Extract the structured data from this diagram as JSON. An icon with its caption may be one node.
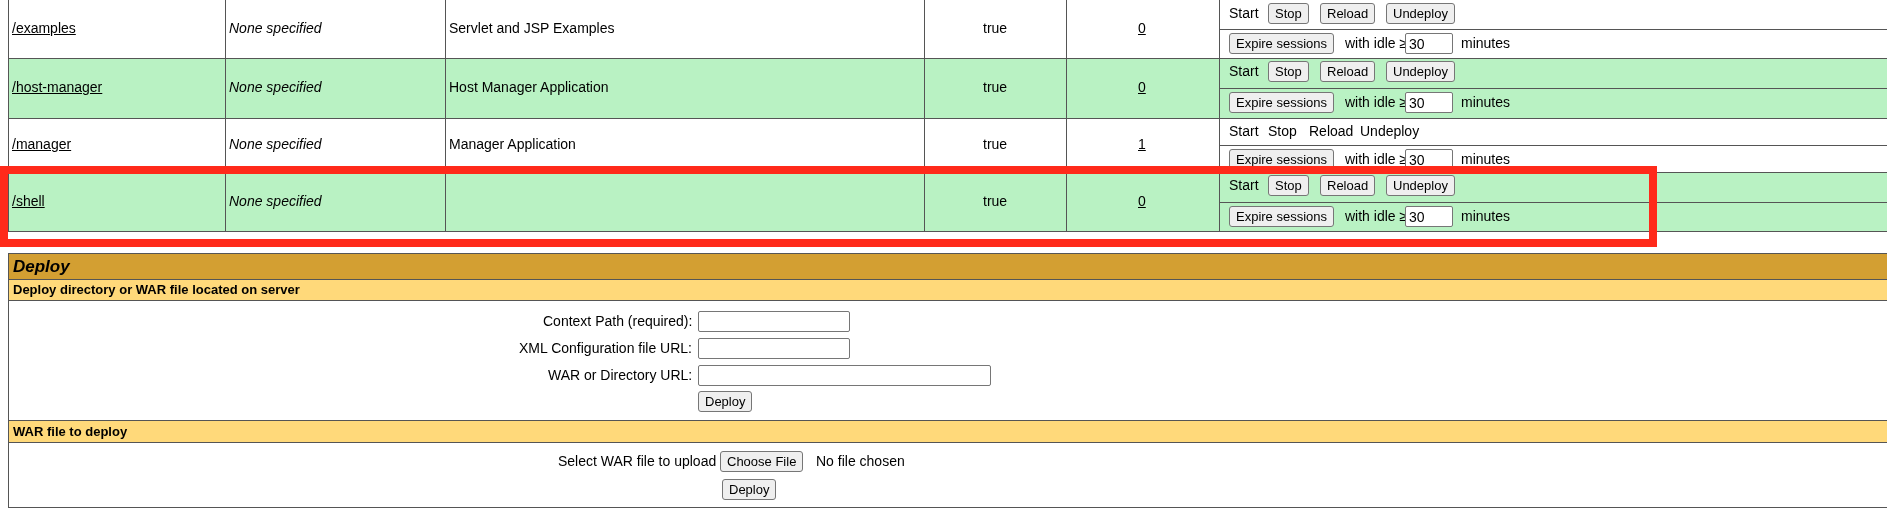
{
  "diagram": {
    "nodes": [
      {
        "text": [],
        "shape": "box"
      }
    ],
    "edges": [],
    "labels": [
      "/examples",
      "None specified",
      "Servlet and JSP Examples",
      "true",
      "0",
      "Start",
      "Stop",
      "Reload",
      "Undeploy",
      "Expire sessions",
      "with idle ≥",
      "30",
      "minutes",
      "/host-manager",
      "None specified",
      "Host Manager Application",
      "true",
      "0",
      "Start",
      "Stop",
      "Reload",
      "Undeploy",
      "Expire sessions",
      "with idle ≥",
      "30",
      "minutes",
      "/manager",
      "None specified",
      "Manager Application",
      "true",
      "1",
      "Start",
      "Stop",
      "Reload",
      "Undeploy",
      "Expire sessions",
      "with idle ≥",
      "30",
      "minutes",
      "/shell",
      "None specified",
      "true",
      "0",
      "Start",
      "Stop",
      "Reload",
      "Undeploy",
      "Expire sessions",
      "with idle ≥",
      "30",
      "minutes",
      "Deploy",
      "Deploy directory or WAR file located on server",
      "Context Path (required):",
      "XML Configuration file URL:",
      "WAR or Directory URL:",
      "Deploy",
      "WAR file to deploy",
      "Select WAR file to upload",
      "Choose File",
      "No file chosen",
      "Deploy"
    ]
  }
}
